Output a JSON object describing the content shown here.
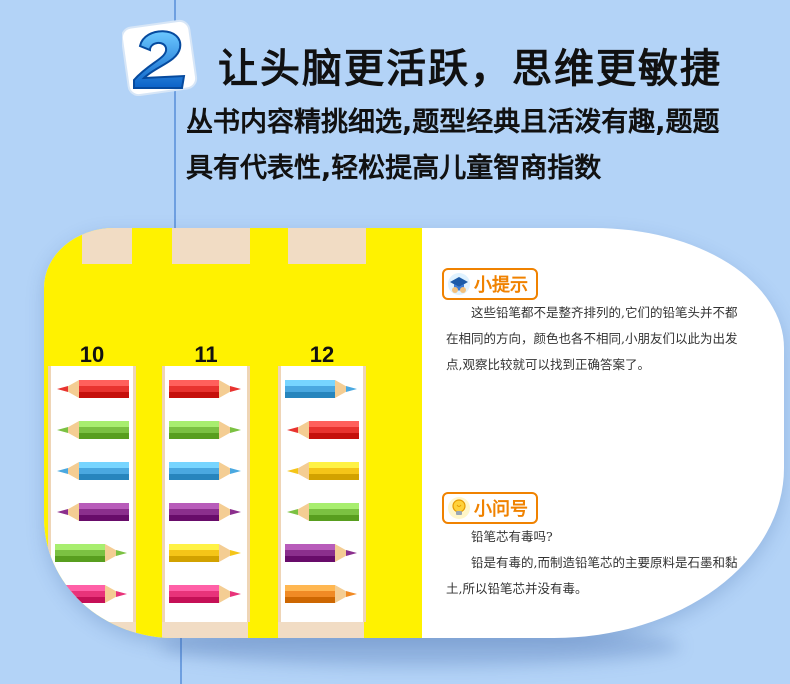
{
  "header": {
    "badge_number": "2",
    "title": "让头脑更活跃，思维更敏捷",
    "intro": "丛书内容精挑细选,题型经典且活泼有趣,题题具有代表性,轻松提高儿童智商指数"
  },
  "puzzle": {
    "columns": [
      {
        "number": "10",
        "pencils": [
          {
            "color": "#e8332f",
            "direction": "left"
          },
          {
            "color": "#7bc142",
            "direction": "left"
          },
          {
            "color": "#4aa8e0",
            "direction": "left"
          },
          {
            "color": "#8b2f8d",
            "direction": "left"
          },
          {
            "color": "#7bc142",
            "direction": "right"
          },
          {
            "color": "#e8337a",
            "direction": "right"
          }
        ]
      },
      {
        "number": "11",
        "pencils": [
          {
            "color": "#e8332f",
            "direction": "right"
          },
          {
            "color": "#7bc142",
            "direction": "right"
          },
          {
            "color": "#4aa8e0",
            "direction": "right"
          },
          {
            "color": "#8b2f8d",
            "direction": "right"
          },
          {
            "color": "#f5c518",
            "direction": "right"
          },
          {
            "color": "#e8337a",
            "direction": "right"
          }
        ]
      },
      {
        "number": "12",
        "pencils": [
          {
            "color": "#4aa8e0",
            "direction": "right"
          },
          {
            "color": "#e8332f",
            "direction": "left"
          },
          {
            "color": "#f5c518",
            "direction": "left"
          },
          {
            "color": "#7bc142",
            "direction": "left"
          },
          {
            "color": "#8b2f8d",
            "direction": "right"
          },
          {
            "color": "#f08a24",
            "direction": "right"
          }
        ]
      }
    ]
  },
  "tips": {
    "hint": {
      "label": "小提示",
      "icon": "graduation-cap-icon",
      "text": "这些铅笔都不是整齐排列的,它们的铅笔头并不都在相同的方向，颜色也各不相同,小朋友们以此为出发点,观察比较就可以找到正确答案了。"
    },
    "question": {
      "label": "小问号",
      "icon": "lightbulb-icon",
      "question": "铅笔芯有毒吗?",
      "answer": "铅是有毒的,而制造铅笔芯的主要原料是石墨和黏土,所以铅笔芯并没有毒。"
    }
  },
  "colors": {
    "background": "#b3d3f7",
    "panel": "#fff200",
    "label": "#f08200"
  }
}
